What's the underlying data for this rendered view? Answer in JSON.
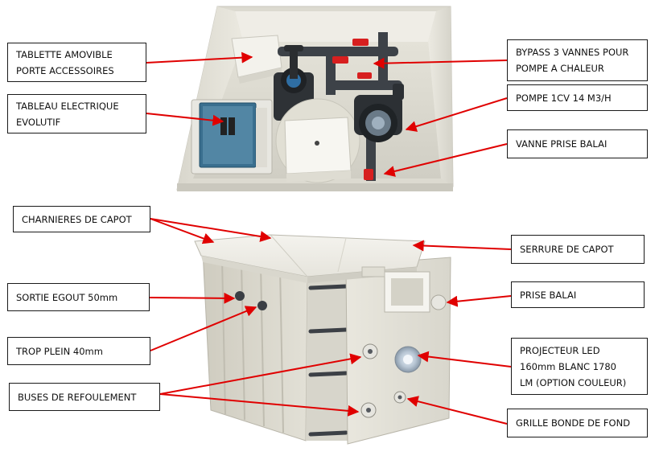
{
  "accent_color": "#e00000",
  "labels": {
    "tablette": [
      "TABLETTE AMOVIBLE",
      "PORTE ACCESSOIRES"
    ],
    "tableau": [
      "TABLEAU ELECTRIQUE",
      "EVOLUTIF"
    ],
    "bypass": [
      "BYPASS 3 VANNES POUR",
      "POMPE A CHALEUR"
    ],
    "pompe": [
      "POMPE 1CV 14 M3/H"
    ],
    "vanne": [
      "VANNE PRISE BALAI"
    ],
    "charnieres": [
      "CHARNIERES DE CAPOT"
    ],
    "serrure": [
      "SERRURE DE CAPOT"
    ],
    "sortie": [
      "SORTIE EGOUT 50mm"
    ],
    "prise": [
      "PRISE BALAI"
    ],
    "trop": [
      "TROP PLEIN 40mm"
    ],
    "projecteur": [
      "PROJECTEUR LED",
      "160mm BLANC 1780",
      "LM (OPTION COULEUR)"
    ],
    "buses": [
      "BUSES DE REFOULEMENT"
    ],
    "grille": [
      "GRILLE BONDE DE FOND"
    ]
  }
}
